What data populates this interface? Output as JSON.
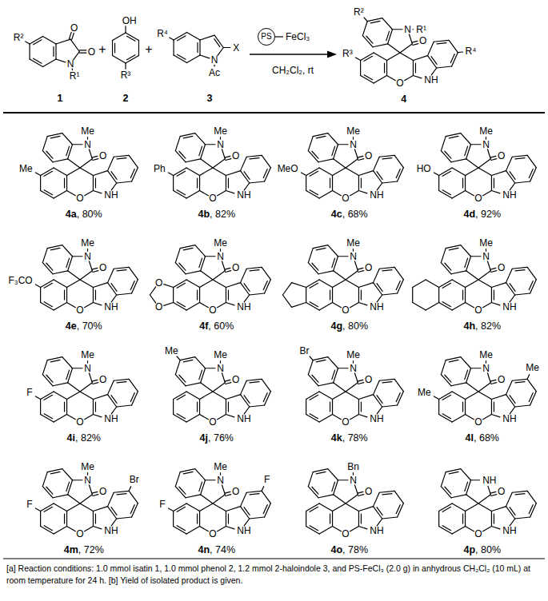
{
  "diagram": {
    "caption": "[a] Reaction conditions: 1.0 mmol isatin 1, 1.0 mmol phenol 2, 1.2 mmol 2-haloindole 3, and PS-FeCl₃ (2.0 g) in anhydrous CH₂Cl₂ (10 mL) at room temperature for 24 h. [b] Yield of isolated product is given.",
    "nodes": [
      {
        "text": [
          "PS"
        ]
      }
    ],
    "labels": [
      "R²",
      "O",
      "O",
      "N",
      "R¹",
      "1",
      "+",
      "OH",
      "R³",
      "2",
      "+",
      "R⁴",
      "X",
      "N",
      "Ac",
      "3",
      "FeCl₃",
      "CH₂Cl₂, rt",
      "R²",
      "R¹",
      "N",
      "R⁴",
      "O",
      "R³",
      "O",
      "NH",
      "4",
      "Me",
      "N",
      "O",
      "Me",
      "O",
      "NH",
      "4a, 80%",
      "Me",
      "N",
      "O",
      "Ph",
      "O",
      "NH",
      "4b, 82%",
      "Me",
      "N",
      "O",
      "MeO",
      "O",
      "NH",
      "4c, 68%",
      "Me",
      "N",
      "O",
      "HO",
      "O",
      "NH",
      "4d, 92%",
      "Me",
      "N",
      "O",
      "F₃CO",
      "O",
      "NH",
      "4e, 70%",
      "Me",
      "N",
      "O",
      "O",
      "O",
      "O",
      "NH",
      "4f, 60%",
      "Me",
      "N",
      "O",
      "O",
      "NH",
      "4g, 80%",
      "Me",
      "N",
      "O",
      "O",
      "NH",
      "4h, 82%",
      "Me",
      "N",
      "O",
      "F",
      "O",
      "NH",
      "4i, 82%",
      "Me",
      "Me",
      "N",
      "O",
      "O",
      "NH",
      "4j, 76%",
      "Br",
      "Me",
      "N",
      "O",
      "O",
      "NH",
      "4k, 78%",
      "Me",
      "N",
      "Me",
      "O",
      "Me",
      "O",
      "NH",
      "4l, 68%",
      "Me",
      "N",
      "Br",
      "O",
      "F",
      "O",
      "NH",
      "4m, 72%",
      "Me",
      "N",
      "F",
      "O",
      "F",
      "O",
      "NH",
      "4n, 74%",
      "Bn",
      "N",
      "O",
      "O",
      "NH",
      "4o, 78%",
      "NH",
      "O",
      "O",
      "NH",
      "4p, 80%"
    ]
  }
}
